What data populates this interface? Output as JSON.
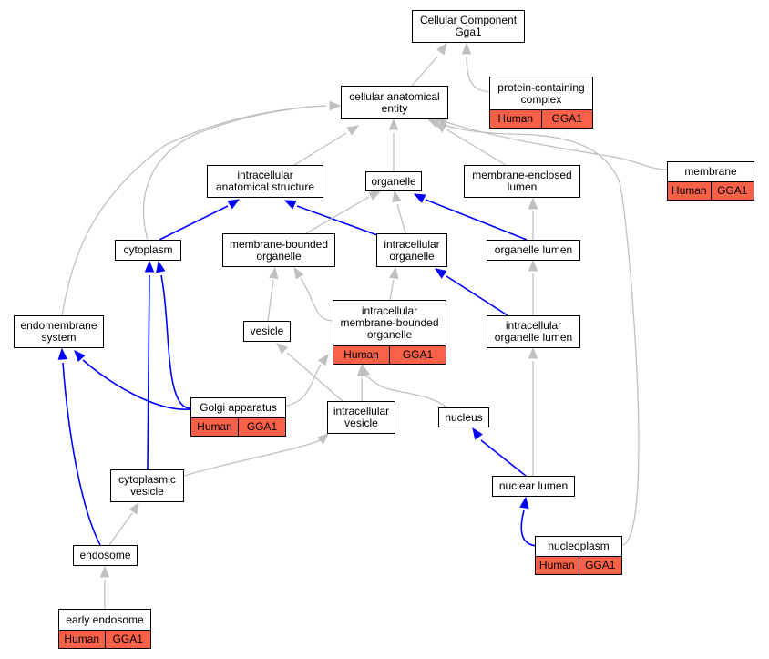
{
  "colors": {
    "is_a_edge": "#c0c0c0",
    "part_of_edge": "#0000ff",
    "annotation_fill": "#f96048"
  },
  "nodes": {
    "root": {
      "lines": [
        "Cellular Component",
        "Gga1"
      ]
    },
    "protein_containing_complex": {
      "lines": [
        "protein-containing",
        "complex"
      ],
      "annotation": [
        "Human",
        "GGA1"
      ]
    },
    "cellular_anatomical_entity": {
      "lines": [
        "cellular anatomical",
        "entity"
      ]
    },
    "intracellular_anatomical_structure": {
      "lines": [
        "intracellular",
        "anatomical structure"
      ]
    },
    "organelle": {
      "lines": [
        "organelle"
      ]
    },
    "membrane_enclosed_lumen": {
      "lines": [
        "membrane-enclosed",
        "lumen"
      ]
    },
    "membrane": {
      "lines": [
        "membrane"
      ],
      "annotation": [
        "Human",
        "GGA1"
      ]
    },
    "cytoplasm": {
      "lines": [
        "cytoplasm"
      ]
    },
    "membrane_bounded_organelle": {
      "lines": [
        "membrane-bounded",
        "organelle"
      ]
    },
    "intracellular_organelle": {
      "lines": [
        "intracellular",
        "organelle"
      ]
    },
    "organelle_lumen": {
      "lines": [
        "organelle lumen"
      ]
    },
    "endomembrane_system": {
      "lines": [
        "endomembrane",
        "system"
      ]
    },
    "vesicle": {
      "lines": [
        "vesicle"
      ]
    },
    "intracellular_membrane_bounded_organelle": {
      "lines": [
        "intracellular",
        "membrane-bounded",
        "organelle"
      ],
      "annotation": [
        "Human",
        "GGA1"
      ]
    },
    "intracellular_organelle_lumen": {
      "lines": [
        "intracellular",
        "organelle lumen"
      ]
    },
    "golgi_apparatus": {
      "lines": [
        "Golgi apparatus"
      ],
      "annotation": [
        "Human",
        "GGA1"
      ]
    },
    "intracellular_vesicle": {
      "lines": [
        "intracellular",
        "vesicle"
      ]
    },
    "nucleus": {
      "lines": [
        "nucleus"
      ]
    },
    "cytoplasmic_vesicle": {
      "lines": [
        "cytoplasmic",
        "vesicle"
      ]
    },
    "nuclear_lumen": {
      "lines": [
        "nuclear lumen"
      ]
    },
    "endosome": {
      "lines": [
        "endosome"
      ]
    },
    "nucleoplasm": {
      "lines": [
        "nucleoplasm"
      ],
      "annotation": [
        "Human",
        "GGA1"
      ]
    },
    "early_endosome": {
      "lines": [
        "early endosome"
      ],
      "annotation": [
        "Human",
        "GGA1"
      ]
    }
  },
  "edges": [
    {
      "from": "protein_containing_complex",
      "to": "root",
      "type": "is_a"
    },
    {
      "from": "cellular_anatomical_entity",
      "to": "root",
      "type": "is_a"
    },
    {
      "from": "intracellular_anatomical_structure",
      "to": "cellular_anatomical_entity",
      "type": "is_a"
    },
    {
      "from": "organelle",
      "to": "cellular_anatomical_entity",
      "type": "is_a"
    },
    {
      "from": "membrane_enclosed_lumen",
      "to": "cellular_anatomical_entity",
      "type": "is_a"
    },
    {
      "from": "membrane",
      "to": "cellular_anatomical_entity",
      "type": "is_a"
    },
    {
      "from": "cytoplasm",
      "to": "cellular_anatomical_entity",
      "type": "is_a"
    },
    {
      "from": "endomembrane_system",
      "to": "cellular_anatomical_entity",
      "type": "is_a"
    },
    {
      "from": "nucleoplasm",
      "to": "cellular_anatomical_entity",
      "type": "is_a"
    },
    {
      "from": "cytoplasm",
      "to": "intracellular_anatomical_structure",
      "type": "part_of"
    },
    {
      "from": "intracellular_organelle",
      "to": "intracellular_anatomical_structure",
      "type": "part_of"
    },
    {
      "from": "membrane_bounded_organelle",
      "to": "organelle",
      "type": "is_a"
    },
    {
      "from": "intracellular_organelle",
      "to": "organelle",
      "type": "is_a"
    },
    {
      "from": "organelle_lumen",
      "to": "organelle",
      "type": "part_of"
    },
    {
      "from": "organelle_lumen",
      "to": "membrane_enclosed_lumen",
      "type": "is_a"
    },
    {
      "from": "intracellular_membrane_bounded_organelle",
      "to": "membrane_bounded_organelle",
      "type": "is_a"
    },
    {
      "from": "intracellular_membrane_bounded_organelle",
      "to": "intracellular_organelle",
      "type": "is_a"
    },
    {
      "from": "intracellular_organelle_lumen",
      "to": "intracellular_organelle",
      "type": "part_of"
    },
    {
      "from": "intracellular_organelle_lumen",
      "to": "organelle_lumen",
      "type": "is_a"
    },
    {
      "from": "vesicle",
      "to": "membrane_bounded_organelle",
      "type": "is_a"
    },
    {
      "from": "golgi_apparatus",
      "to": "cytoplasm",
      "type": "part_of"
    },
    {
      "from": "golgi_apparatus",
      "to": "endomembrane_system",
      "type": "part_of"
    },
    {
      "from": "golgi_apparatus",
      "to": "intracellular_membrane_bounded_organelle",
      "type": "is_a"
    },
    {
      "from": "intracellular_vesicle",
      "to": "vesicle",
      "type": "is_a"
    },
    {
      "from": "intracellular_vesicle",
      "to": "intracellular_membrane_bounded_organelle",
      "type": "is_a"
    },
    {
      "from": "nucleus",
      "to": "intracellular_membrane_bounded_organelle",
      "type": "is_a"
    },
    {
      "from": "cytoplasmic_vesicle",
      "to": "cytoplasm",
      "type": "part_of"
    },
    {
      "from": "cytoplasmic_vesicle",
      "to": "intracellular_vesicle",
      "type": "is_a"
    },
    {
      "from": "nuclear_lumen",
      "to": "nucleus",
      "type": "part_of"
    },
    {
      "from": "nuclear_lumen",
      "to": "intracellular_organelle_lumen",
      "type": "is_a"
    },
    {
      "from": "endosome",
      "to": "endomembrane_system",
      "type": "part_of"
    },
    {
      "from": "endosome",
      "to": "cytoplasmic_vesicle",
      "type": "is_a"
    },
    {
      "from": "nucleoplasm",
      "to": "nuclear_lumen",
      "type": "part_of"
    },
    {
      "from": "early_endosome",
      "to": "endosome",
      "type": "is_a"
    }
  ]
}
